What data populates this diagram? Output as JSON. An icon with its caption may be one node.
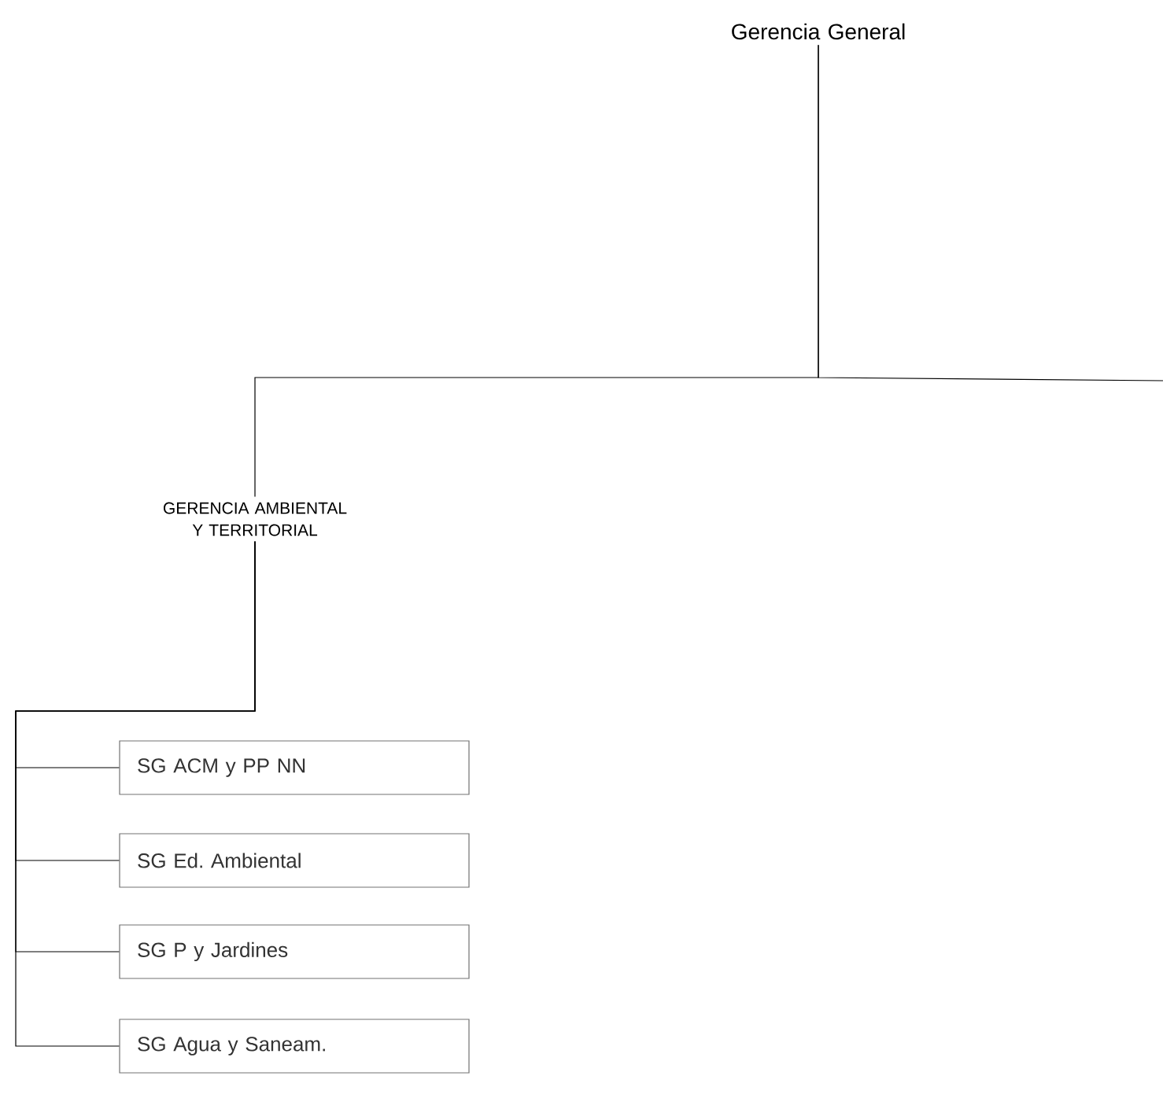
{
  "diagram": {
    "nodes": [
      {
        "text": [
          "Gerencia General"
        ]
      },
      {
        "text": [
          "GERENCIA AMBIENTAL Y TERRITORIAL"
        ]
      },
      {
        "text": [
          "SG ACM y PP NN"
        ]
      },
      {
        "text": [
          "SG Ed. Ambiental"
        ]
      },
      {
        "text": [
          "SG P y Jardines"
        ]
      },
      {
        "text": [
          "SG Agua y Saneam."
        ]
      }
    ],
    "edges": [
      {
        "from": 0,
        "to": 1,
        "arrow": "none"
      },
      {
        "from": 0,
        "to": null,
        "arrow": "none"
      },
      {
        "from": 1,
        "to": 2,
        "arrow": "none"
      },
      {
        "from": 1,
        "to": 3,
        "arrow": "none"
      },
      {
        "from": 1,
        "to": 4,
        "arrow": "none"
      },
      {
        "from": 1,
        "to": 5,
        "arrow": "none"
      }
    ]
  }
}
